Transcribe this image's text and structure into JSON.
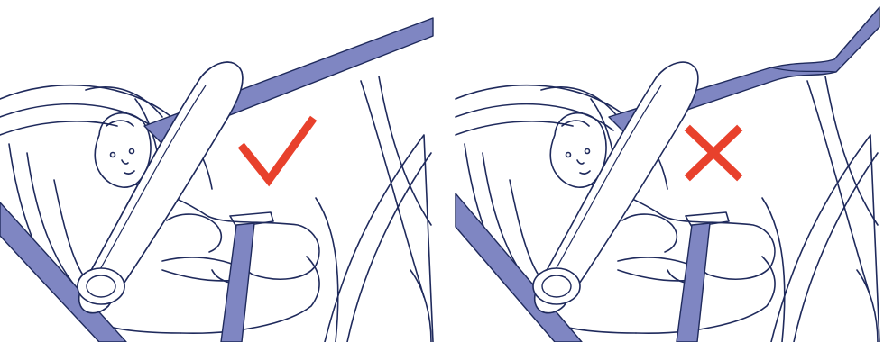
{
  "colors": {
    "line": "#1f2a5c",
    "belt": "#7f86c2",
    "correct_mark": "#e8412c",
    "wrong_mark": "#e8412c",
    "background": "#ffffff"
  },
  "panels": [
    {
      "id": "left",
      "verdict": "correct",
      "mark_icon": "checkmark-icon",
      "belt_behind_headrest": true
    },
    {
      "id": "right",
      "verdict": "incorrect",
      "mark_icon": "cross-icon",
      "belt_behind_headrest": false,
      "belt_twisted": true
    }
  ]
}
